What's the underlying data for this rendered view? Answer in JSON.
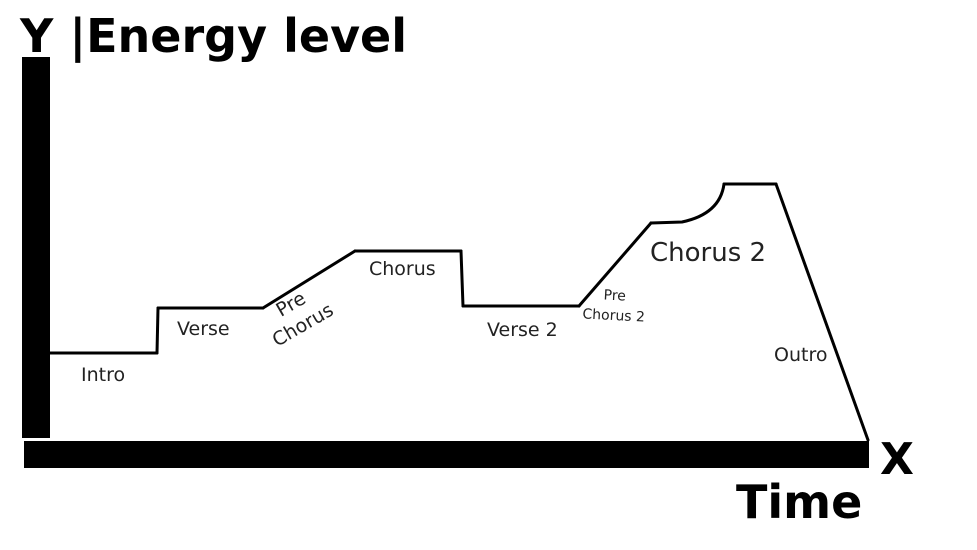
{
  "diagram": {
    "y_title": "Y |Energy level",
    "x_letter": "X",
    "x_title": "Time",
    "sections": [
      {
        "id": "intro",
        "label": "Intro"
      },
      {
        "id": "verse",
        "label": "Verse"
      },
      {
        "id": "pre-chorus",
        "label": "Pre\nChorus"
      },
      {
        "id": "chorus",
        "label": "Chorus"
      },
      {
        "id": "verse-2",
        "label": "Verse 2"
      },
      {
        "id": "pre-chorus-2",
        "label": "Pre\nChorus 2"
      },
      {
        "id": "chorus-2",
        "label": "Chorus 2"
      },
      {
        "id": "outro",
        "label": "Outro"
      }
    ],
    "line_color": "#000000"
  }
}
